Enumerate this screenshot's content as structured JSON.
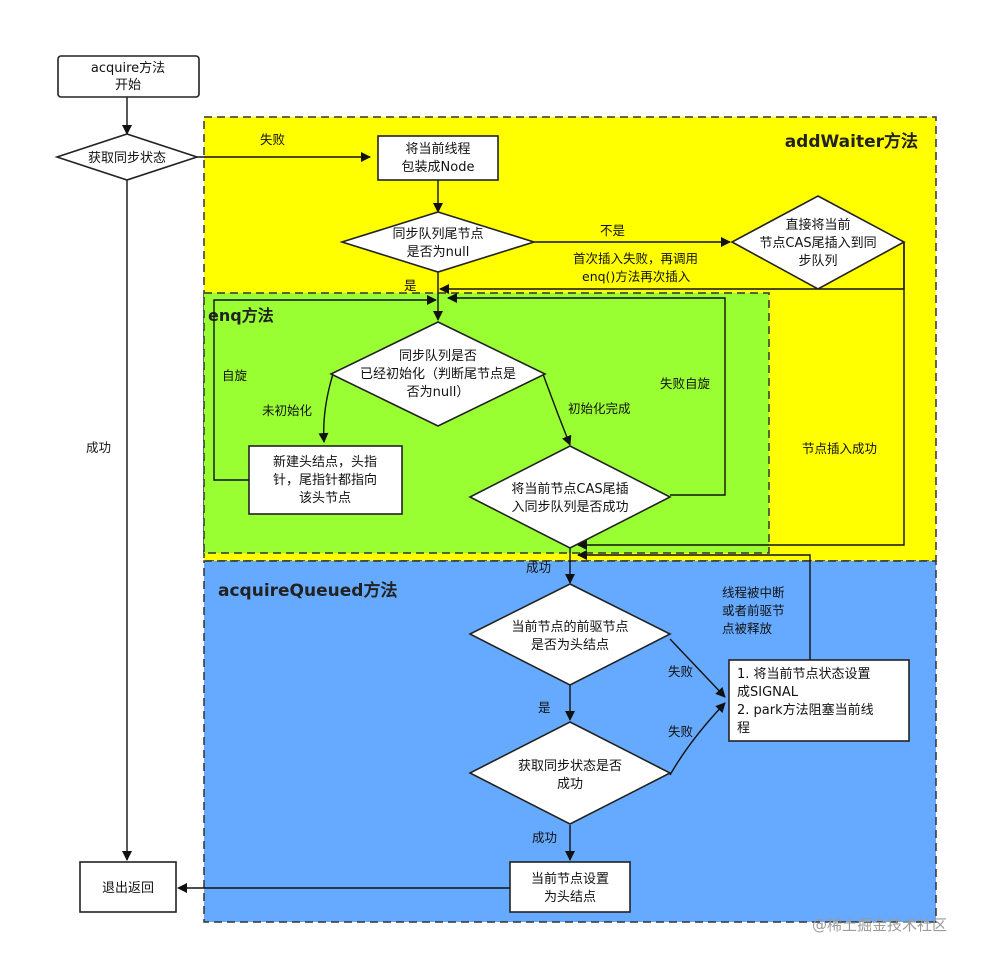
{
  "regions": {
    "addwaiter": {
      "title": "addWaiter方法",
      "fill": "#ffff00"
    },
    "enq": {
      "title": "enq方法",
      "fill": "#99ff33"
    },
    "acquire_queued": {
      "title": "acquireQueued方法",
      "fill": "#66aaff"
    }
  },
  "nodes": {
    "start": [
      "acquire方法",
      "开始"
    ],
    "get_state": [
      "获取同步状态"
    ],
    "wrap_node": [
      "将当前线程",
      "包装成Node"
    ],
    "tail_null": [
      "同步队列尾节点",
      "是否为null"
    ],
    "direct_cas": [
      "直接将当前",
      "节点CAS尾插入到同",
      "步队列"
    ],
    "queue_init": [
      "同步队列是否",
      "已经初始化（判断尾节点是",
      "否为null）"
    ],
    "new_head": [
      "新建头结点，头指",
      "针，尾指针都指向",
      "该头节点"
    ],
    "cas_tail": [
      "将当前节点CAS尾插",
      "入同步队列是否成功"
    ],
    "prev_is_head": [
      "当前节点的前驱节点",
      "是否为头结点"
    ],
    "park": [
      "1. 将当前节点状态设置",
      "成SIGNAL",
      "2. park方法阻塞当前线",
      "程"
    ],
    "get_state2": [
      "获取同步状态是否",
      "成功"
    ],
    "set_head": [
      "当前节点设置",
      "为头结点"
    ],
    "exit": [
      "退出返回"
    ]
  },
  "edges": {
    "fail": "失败",
    "not_null": "不是",
    "first_insert_fail": [
      "首次插入失败，再调用",
      "enq()方法再次插入"
    ],
    "yes": "是",
    "spin": "自旋",
    "not_init": "未初始化",
    "init_done": "初始化完成",
    "fail_spin": "失败自旋",
    "insert_success": "节点插入成功",
    "success_main": "成功",
    "success_cas": "成功",
    "interrupt": [
      "线程被中断",
      "或者前驱节",
      "点被释放"
    ],
    "fail_prev": "失败",
    "yes_prev": "是",
    "fail_state": "失败",
    "success_state": "成功"
  },
  "colors": {
    "stroke": "#222222",
    "edge": "#111111"
  },
  "watermark": "@稀土掘金技术社区"
}
